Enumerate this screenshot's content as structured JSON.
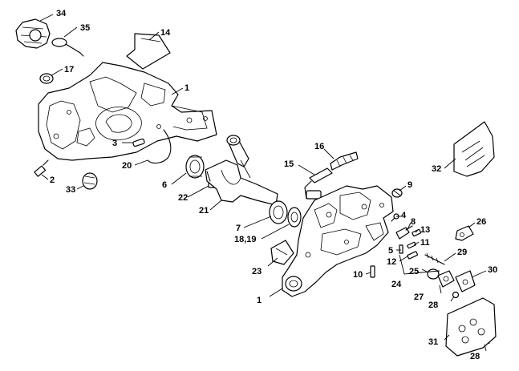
{
  "diagram": {
    "callouts": [
      {
        "id": "c34",
        "text": "34"
      },
      {
        "id": "c35",
        "text": "35"
      },
      {
        "id": "c14",
        "text": "14"
      },
      {
        "id": "c17",
        "text": "17"
      },
      {
        "id": "c1a",
        "text": "1"
      },
      {
        "id": "c3",
        "text": "3"
      },
      {
        "id": "c20",
        "text": "20"
      },
      {
        "id": "c2",
        "text": "2"
      },
      {
        "id": "c33",
        "text": "33"
      },
      {
        "id": "c6",
        "text": "6"
      },
      {
        "id": "c22",
        "text": "22"
      },
      {
        "id": "c21",
        "text": "21"
      },
      {
        "id": "c16",
        "text": "16"
      },
      {
        "id": "c15",
        "text": "15"
      },
      {
        "id": "c7",
        "text": "7"
      },
      {
        "id": "c1819",
        "text": "18,19"
      },
      {
        "id": "c9",
        "text": "9"
      },
      {
        "id": "c32",
        "text": "32"
      },
      {
        "id": "c4",
        "text": "4"
      },
      {
        "id": "c8",
        "text": "8"
      },
      {
        "id": "c13",
        "text": "13"
      },
      {
        "id": "c26",
        "text": "26"
      },
      {
        "id": "c5",
        "text": "5"
      },
      {
        "id": "c11",
        "text": "11"
      },
      {
        "id": "c12",
        "text": "12"
      },
      {
        "id": "c29",
        "text": "29"
      },
      {
        "id": "c23",
        "text": "23"
      },
      {
        "id": "c10",
        "text": "10"
      },
      {
        "id": "c25",
        "text": "25"
      },
      {
        "id": "c30",
        "text": "30"
      },
      {
        "id": "c24",
        "text": "24"
      },
      {
        "id": "c1b",
        "text": "1"
      },
      {
        "id": "c27",
        "text": "27"
      },
      {
        "id": "c28a",
        "text": "28"
      },
      {
        "id": "c31",
        "text": "31"
      },
      {
        "id": "c28b",
        "text": "28"
      }
    ]
  }
}
